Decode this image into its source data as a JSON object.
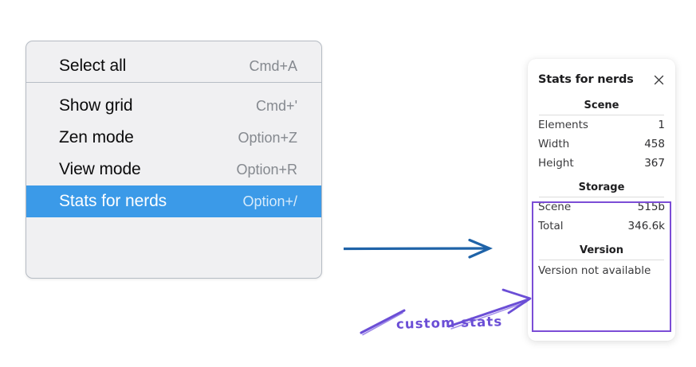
{
  "context_menu": {
    "groups": [
      {
        "items": [
          {
            "label": "Select all",
            "shortcut": "Cmd+A",
            "selected": false
          }
        ]
      },
      {
        "items": [
          {
            "label": "Show grid",
            "shortcut": "Cmd+'",
            "selected": false
          },
          {
            "label": "Zen mode",
            "shortcut": "Option+Z",
            "selected": false
          },
          {
            "label": "View mode",
            "shortcut": "Option+R",
            "selected": false
          },
          {
            "label": "Stats for nerds",
            "shortcut": "Option+/",
            "selected": true
          }
        ]
      }
    ],
    "selected_item_label": "Stats for nerds",
    "highlight_color": "#3b9ae8"
  },
  "stats_panel": {
    "title": "Stats for nerds",
    "close_icon": "close-icon",
    "sections": [
      {
        "heading": "Scene",
        "rows": [
          {
            "label": "Elements",
            "value": "1"
          },
          {
            "label": "Width",
            "value": "458"
          },
          {
            "label": "Height",
            "value": "367"
          }
        ]
      },
      {
        "heading": "Storage",
        "rows": [
          {
            "label": "Scene",
            "value": "515b"
          },
          {
            "label": "Total",
            "value": "346.6k"
          }
        ]
      },
      {
        "heading": "Version",
        "note": "Version not available"
      }
    ]
  },
  "annotations": {
    "hand_label": "custom stats",
    "hand_color": "#6b4ed6",
    "highlight_border_color": "#7b4dd6",
    "arrow_color": "#1f63a8"
  }
}
